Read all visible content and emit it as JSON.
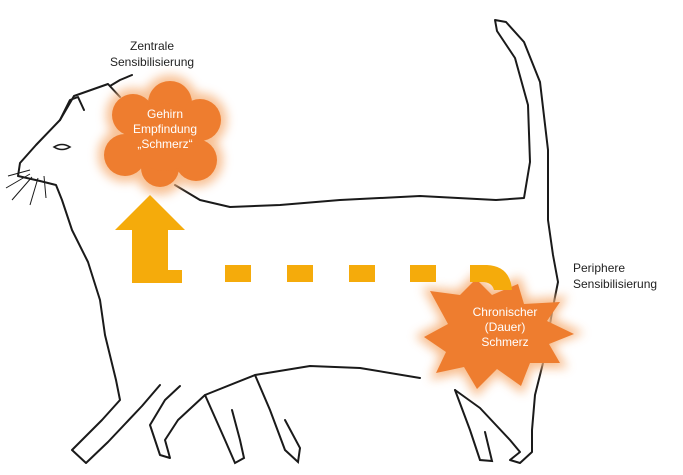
{
  "labels": {
    "central": {
      "line1": "Zentrale",
      "line2": "Sensibilisierung"
    },
    "peripheral": {
      "line1": "Periphere",
      "line2": "Sensibilisierung"
    }
  },
  "brain_bubble": {
    "line1": "Gehirn",
    "line2": "Empfindung",
    "line3": "„Schmerz“"
  },
  "pain_burst": {
    "line1": "Chronischer",
    "line2": "(Dauer)",
    "line3": "Schmerz"
  },
  "colors": {
    "outline": "#1a1a1a",
    "bubble_fill": "#ee7d2f",
    "bubble_glow": "#f6b27c",
    "arrow": "#f5ab0b",
    "text_on_bubble": "#ffffff"
  }
}
